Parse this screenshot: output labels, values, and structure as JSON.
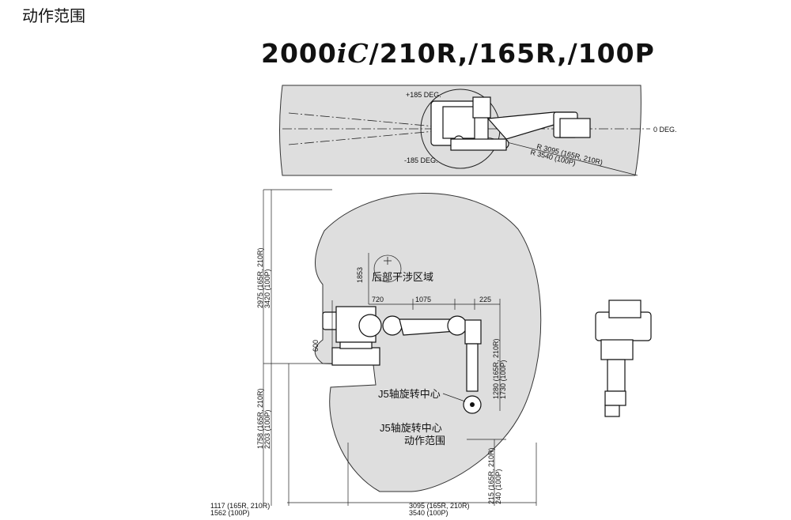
{
  "page": {
    "title": "动作范围"
  },
  "model": {
    "prefix": "2000",
    "ital": "iC",
    "suffix": "/210R,/165R,/100P"
  },
  "top_view": {
    "plus_angle": "+185 DEG.",
    "minus_angle": "-185 DEG.",
    "zero_angle": "0 DEG.",
    "radius_1": "R 3095 (165R, 210R)",
    "radius_2": "R 3540 (100P)"
  },
  "side_view": {
    "rear_zone_label": "后部干涉区域",
    "dim_1853": "1853",
    "dim_720": "720",
    "dim_1075": "1075",
    "dim_225": "225",
    "dim_600": "600",
    "dim_h_top_1": "2975 (165R, 210R)",
    "dim_h_top_2": "3420 (100P)",
    "dim_h_bot_1": "1758 (165R, 210R)",
    "dim_h_bot_2": "2203 (100P)",
    "dim_arm_1": "1280 (165R, 210R)",
    "dim_arm_2": "1730 (100P)",
    "dim_low_1": "215 (165R, 210R)",
    "dim_low_2": "240 (100P)",
    "dim_back_1": "1117 (165R, 210R)",
    "dim_back_2": "1562 (100P)",
    "dim_reach_1": "3095 (165R, 210R)",
    "dim_reach_2": "3540 (100P)",
    "j5_center_label": "J5轴旋转中心",
    "j5_area_line1": "J5轴旋转中心",
    "j5_area_line2": "动作范围"
  },
  "colors": {
    "work_area": "#dedede",
    "line": "#222222"
  }
}
